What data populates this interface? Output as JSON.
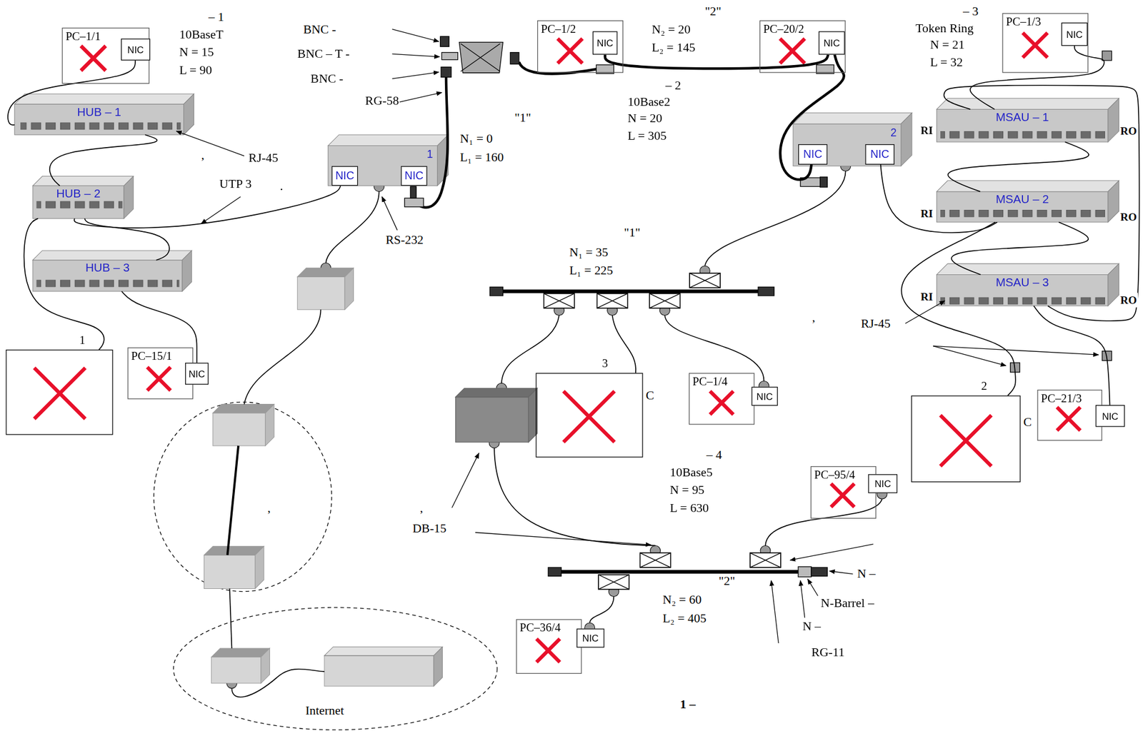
{
  "diagram": {
    "caption": "1 –",
    "nodes": [
      {
        "text": [
          "PC–1/1"
        ]
      },
      {
        "text": [
          "NIC"
        ],
        "in": 0
      },
      {
        "text": [
          "HUB – 1"
        ]
      },
      {
        "text": [
          "HUB – 2"
        ]
      },
      {
        "text": [
          "HUB – 3"
        ]
      },
      {
        "text": [
          "1"
        ]
      },
      {
        "text": [
          "PC–15/1"
        ]
      },
      {
        "text": [
          "NIC"
        ],
        "in": 6
      },
      {
        "text": [
          "1"
        ]
      },
      {
        "text": [
          "NIC"
        ],
        "in": 8
      },
      {
        "text": [
          "NIC"
        ],
        "in": 8
      },
      {
        "text": [
          "PC–1/2"
        ]
      },
      {
        "text": [
          "NIC"
        ],
        "in": 11
      },
      {
        "text": [
          "PC–20/2"
        ]
      },
      {
        "text": [
          "NIC"
        ],
        "in": 13
      },
      {
        "text": [
          "2"
        ]
      },
      {
        "text": [
          "NIC"
        ],
        "in": 15
      },
      {
        "text": [
          "NIC"
        ],
        "in": 15
      },
      {
        "text": [
          "PC–1/3"
        ]
      },
      {
        "text": [
          "NIC"
        ],
        "in": 18
      },
      {
        "text": [
          "MSAU – 1"
        ]
      },
      {
        "text": [
          "MSAU – 2"
        ]
      },
      {
        "text": [
          "MSAU – 3"
        ]
      },
      {
        "text": [
          "3"
        ]
      },
      {
        "text": [
          "PC–1/4"
        ]
      },
      {
        "text": [
          "NIC"
        ],
        "in": 24
      },
      {
        "text": [
          "2"
        ]
      },
      {
        "text": [
          "PC–21/3"
        ]
      },
      {
        "text": [
          "NIC"
        ],
        "in": 27
      },
      {
        "text": [
          "PC–95/4"
        ]
      },
      {
        "text": [
          "NIC"
        ],
        "in": 29
      },
      {
        "text": [
          "PC–36/4"
        ]
      },
      {
        "text": [
          "NIC"
        ],
        "in": 31
      }
    ],
    "edges": [
      {
        "from": 1,
        "to": 2,
        "arrow": "none"
      },
      {
        "from": 2,
        "to": 3,
        "arrow": "none"
      },
      {
        "from": 3,
        "to": 4,
        "arrow": "none"
      },
      {
        "from": 3,
        "to": 5,
        "arrow": "none"
      },
      {
        "from": 4,
        "to": 7,
        "arrow": "none"
      },
      {
        "from": 3,
        "to": 9,
        "arrow": "none"
      },
      {
        "from": 12,
        "to": 14,
        "arrow": "none"
      },
      {
        "from": 14,
        "to": 16,
        "arrow": "none"
      },
      {
        "from": 17,
        "to": 21,
        "arrow": "none"
      },
      {
        "from": 19,
        "to": 20,
        "arrow": "none"
      },
      {
        "from": 20,
        "to": 21,
        "arrow": "none"
      },
      {
        "from": 21,
        "to": 22,
        "arrow": "none"
      },
      {
        "from": 22,
        "to": 20,
        "arrow": "none"
      },
      {
        "from": 21,
        "to": 26,
        "arrow": "none"
      },
      {
        "from": 22,
        "to": 28,
        "arrow": "none"
      }
    ],
    "labels": [
      "– 1",
      "10BaseT",
      "N = 15",
      "L = 90",
      "BNC -",
      "BNC – T -",
      "BNC -",
      "RG-58",
      ",",
      "RJ-45",
      "UTP 3",
      ".",
      "\"1\"",
      "N₁ = 0",
      "L₁ = 160",
      "RS-232",
      "\"2\"",
      "N₂ = 20",
      "L₂ = 145",
      "– 2",
      "10Base2",
      "N = 20",
      "L = 305",
      "– 3",
      "Token Ring",
      "N = 21",
      "L = 32",
      "RI",
      "RO",
      "RI",
      "RO",
      "RI",
      "RO",
      "\"1\"",
      "N₁ = 35",
      "L₁ = 225",
      ",",
      "RJ-45",
      "C",
      "C",
      ",",
      "DB-15",
      "– 4",
      "10Base5",
      "N = 95",
      "L = 630",
      "\"2\"",
      "N₂ = 60",
      "L₂ = 405",
      "N –",
      "N-Barrel –",
      "N –",
      "RG-11",
      ",",
      "Internet"
    ]
  }
}
